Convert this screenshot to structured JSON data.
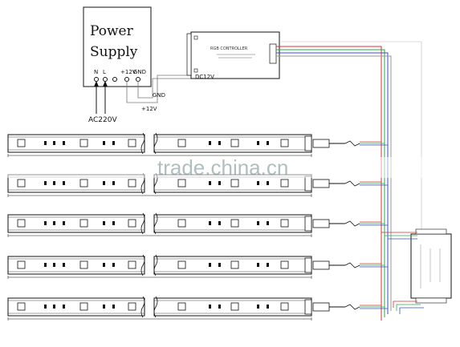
{
  "power_supply": {
    "title_line1": "Power",
    "title_line2": "Supply",
    "terminals": [
      "N",
      "L",
      "+12V",
      "GND"
    ],
    "ac_label": "AC220V"
  },
  "controller": {
    "title": "RGB CONTROLLER",
    "dc_label": "DC12V"
  },
  "wiring": {
    "gnd_label": "GND",
    "plus12_label": "+12V"
  },
  "watermark": "trade.china.cn",
  "colors": {
    "red_wire": "#d43030",
    "green_wire": "#2fa84a",
    "blue_wire": "#3050c8",
    "common_wire": "#888888"
  },
  "strip_count": 5,
  "amplifier_count": 1
}
